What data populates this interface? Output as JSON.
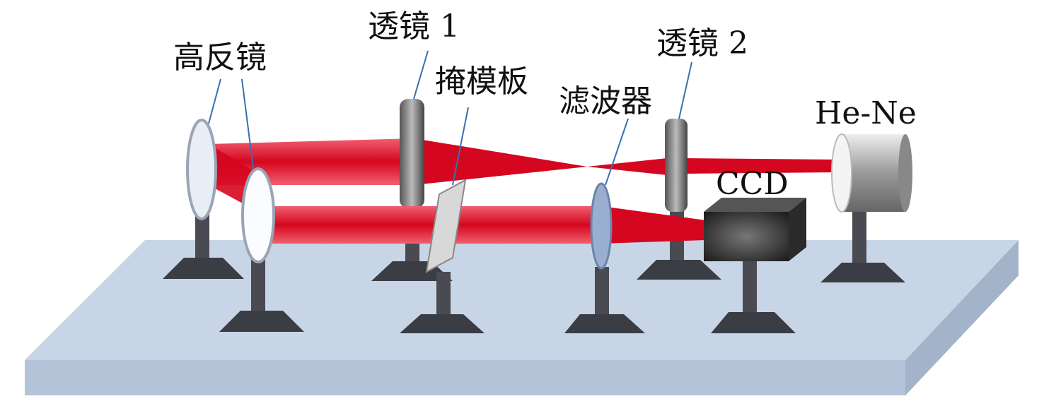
{
  "title": "He-Ne laser optical filtering setup",
  "labels": {
    "mirror": "高反镜",
    "lens1": "透镜 1",
    "mask": "掩模板",
    "filter": "滤波器",
    "lens2": "透镜 2",
    "laser": "He-Ne",
    "ccd": "CCD"
  },
  "colors": {
    "beam": "#e0102a",
    "table_top": "#c8d5e6",
    "table_front": "#b4c3d8",
    "leader": "#3a6fb0"
  }
}
